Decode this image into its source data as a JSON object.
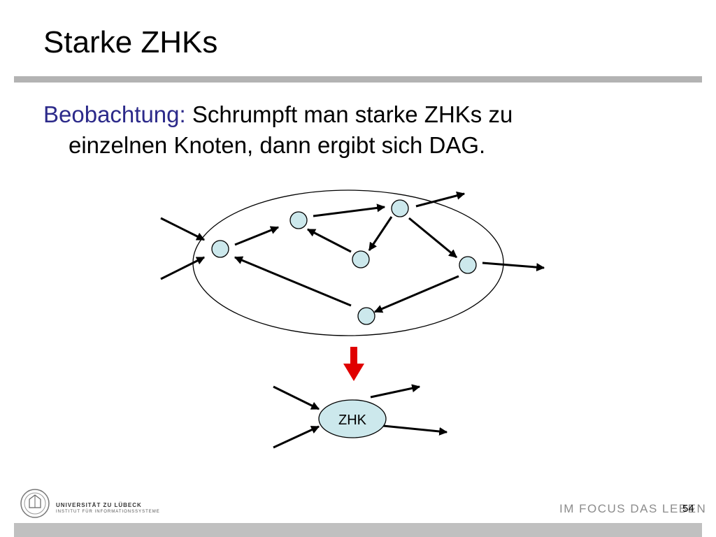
{
  "slide": {
    "title": "Starke ZHKs",
    "observation_label": "Beobachtung:",
    "observation_line1": "Schrumpft man starke ZHKs zu",
    "observation_line2": "einzelnen Knoten, dann ergibt sich DAG.",
    "page_number": "54"
  },
  "diagram": {
    "component_label": "ZHK",
    "node_fill": "#cce8ec",
    "contract_arrow_color": "#e00000"
  },
  "footer": {
    "university": "UNIVERSITÄT ZU LÜBECK",
    "institute": "INSTITUT FÜR INFORMATIONSSYSTEME",
    "motto": "IM FOCUS DAS LEBEN"
  }
}
